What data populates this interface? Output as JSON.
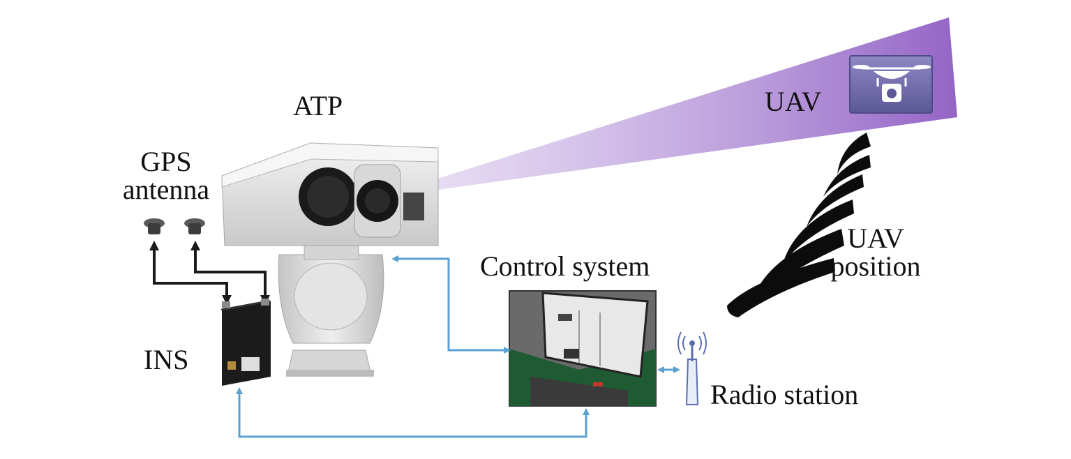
{
  "labels": {
    "atp": "ATP",
    "gps_line1": "GPS",
    "gps_line2": "antenna",
    "ins": "INS",
    "control_system": "Control system",
    "uav": "UAV",
    "uav_position_line1": "UAV",
    "uav_position_line2": "position",
    "radio_station": "Radio station"
  },
  "colors": {
    "beam": "#9b6fcb",
    "connection_arrow": "#5aa0d0",
    "gps_cable": "#1a1a1a",
    "uav_tile": "#6f6aa8"
  },
  "icons": {
    "atp": "pan-tilt-camera-icon",
    "ins": "ins-unit-icon",
    "gps": "gps-antenna-icon",
    "control": "control-console-icon",
    "radio": "radio-tower-icon",
    "uav": "drone-icon",
    "uav_position": "chevron-trail-icon"
  }
}
